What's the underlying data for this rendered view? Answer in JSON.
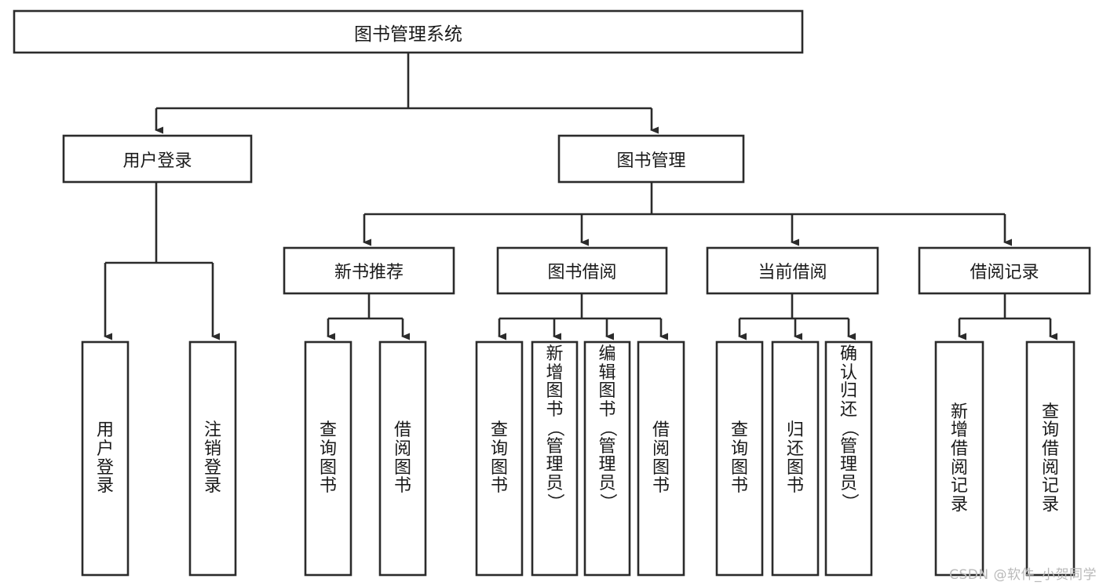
{
  "diagram": {
    "type": "tree-hierarchy",
    "title": "图书管理系统",
    "orientation": "top-down",
    "colors": {
      "box_stroke": "#2b2b2b",
      "box_fill": "#ffffff",
      "connector": "#2b2b2b",
      "text": "#1a1a1a",
      "background": "#ffffff",
      "watermark": "#b9b9b9"
    },
    "levels": [
      {
        "level": 1,
        "nodes": [
          {
            "id": "root",
            "label": "图书管理系统",
            "orientation": "horizontal"
          }
        ]
      },
      {
        "level": 2,
        "nodes": [
          {
            "id": "login",
            "label": "用户登录",
            "orientation": "horizontal",
            "parent": "root"
          },
          {
            "id": "bookmgmt",
            "label": "图书管理",
            "orientation": "horizontal",
            "parent": "root"
          }
        ]
      },
      {
        "level": 3,
        "nodes": [
          {
            "id": "newbook",
            "label": "新书推荐",
            "orientation": "horizontal",
            "parent": "bookmgmt"
          },
          {
            "id": "borrow",
            "label": "图书借阅",
            "orientation": "horizontal",
            "parent": "bookmgmt"
          },
          {
            "id": "current",
            "label": "当前借阅",
            "orientation": "horizontal",
            "parent": "bookmgmt"
          },
          {
            "id": "records",
            "label": "借阅记录",
            "orientation": "horizontal",
            "parent": "bookmgmt"
          }
        ]
      },
      {
        "level": 4,
        "nodes": [
          {
            "id": "leaf1",
            "label": "用户登录",
            "orientation": "vertical",
            "parent": "login"
          },
          {
            "id": "leaf2",
            "label": "注销登录",
            "orientation": "vertical",
            "parent": "login"
          },
          {
            "id": "leaf3",
            "label": "查询图书",
            "orientation": "vertical",
            "parent": "newbook"
          },
          {
            "id": "leaf4",
            "label": "借阅图书",
            "orientation": "vertical",
            "parent": "newbook"
          },
          {
            "id": "leaf5",
            "label": "查询图书",
            "orientation": "vertical",
            "parent": "borrow"
          },
          {
            "id": "leaf6",
            "label": "新增图书（管理员）",
            "orientation": "vertical",
            "parent": "borrow"
          },
          {
            "id": "leaf7",
            "label": "编辑图书（管理员）",
            "orientation": "vertical",
            "parent": "borrow"
          },
          {
            "id": "leaf8",
            "label": "借阅图书",
            "orientation": "vertical",
            "parent": "borrow"
          },
          {
            "id": "leaf9",
            "label": "查询图书",
            "orientation": "vertical",
            "parent": "current"
          },
          {
            "id": "leaf10",
            "label": "归还图书",
            "orientation": "vertical",
            "parent": "current"
          },
          {
            "id": "leaf11",
            "label": "确认归还（管理员）",
            "orientation": "vertical",
            "parent": "current"
          },
          {
            "id": "leaf12",
            "label": "新增借阅记录",
            "orientation": "vertical",
            "parent": "records"
          },
          {
            "id": "leaf13",
            "label": "查询借阅记录",
            "orientation": "vertical",
            "parent": "records"
          }
        ]
      }
    ]
  },
  "labels": {
    "root": "图书管理系统",
    "login": "用户登录",
    "bookmgmt": "图书管理",
    "newbook": "新书推荐",
    "borrow": "图书借阅",
    "current": "当前借阅",
    "records": "借阅记录",
    "leaf1": "用户登录",
    "leaf2": "注销登录",
    "leaf3": "查询图书",
    "leaf4": "借阅图书",
    "leaf5": "查询图书",
    "leaf6": "新增图书（管理员）",
    "leaf7": "编辑图书（管理员）",
    "leaf8": "借阅图书",
    "leaf9": "查询图书",
    "leaf10": "归还图书",
    "leaf11": "确认归还（管理员）",
    "leaf12": "新增借阅记录",
    "leaf13": "查询借阅记录"
  },
  "watermark": {
    "text": "CSDN @软件_小贺同学"
  }
}
